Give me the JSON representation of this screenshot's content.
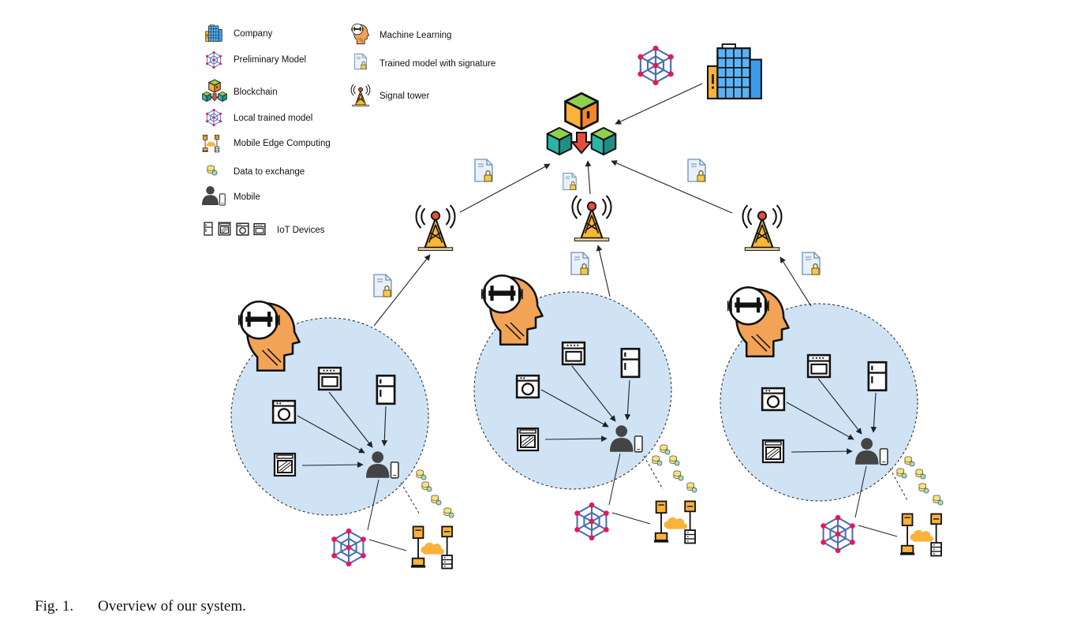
{
  "legend": {
    "company": "Company",
    "preliminary_model": "Preliminary Model",
    "blockchain": "Blockchain",
    "local_trained_model": "Local trained model",
    "mobile_edge_computing": "Mobile Edge Computing",
    "data_to_exchange": "Data to exchange",
    "mobile": "Mobile",
    "iot_devices": "IoT Devices",
    "machine_learning": "Machine Learning",
    "trained_model_with_signature": "Trained model with signature",
    "signal_tower": "Signal tower"
  },
  "caption": {
    "label": "Fig. 1.",
    "text": "Overview of our system."
  },
  "colors": {
    "circle_fill": "#cfe3f5",
    "ml_head": "#f2a355",
    "network_node": "#e8175d",
    "network_edge": "#4a6fb5",
    "cube_top": "#8fd14f",
    "cube_left": "#fbb23b",
    "cube_teal": "#2bb5a8",
    "arrow_red": "#e74c3c",
    "building_blue": "#3d9be9",
    "cloud": "#fbb23b"
  },
  "icons": [
    "building-icon",
    "network-icon",
    "blockchain-icon",
    "edge-computing-icon",
    "database-icon",
    "person-icon",
    "phone-icon",
    "fridge-icon",
    "oven-icon",
    "washer-icon",
    "microwave-icon",
    "ml-head-icon",
    "signed-document-icon",
    "signal-tower-icon"
  ]
}
